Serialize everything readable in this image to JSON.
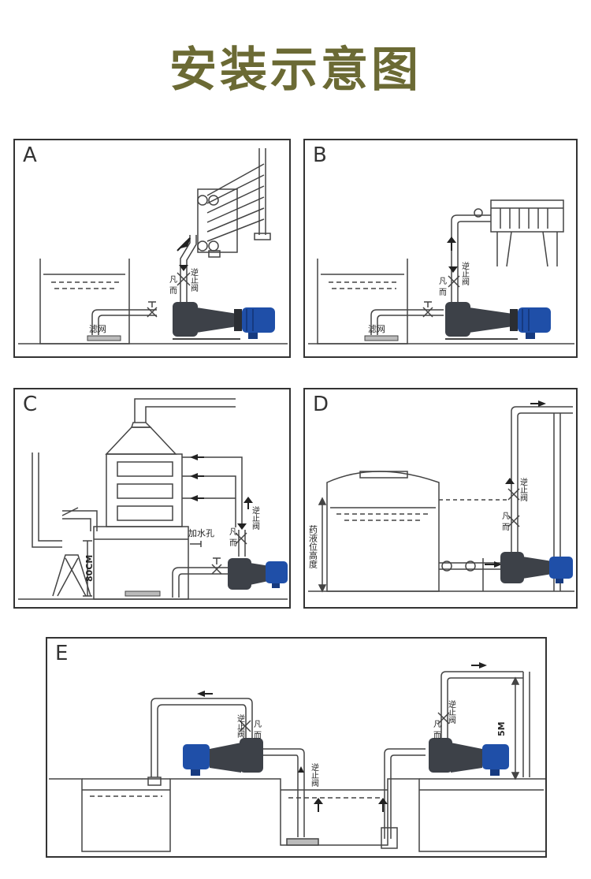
{
  "title": "安装示意图",
  "colors": {
    "title": "#6b6a34",
    "motor": "#1f4fa8",
    "pump": "#3d4148",
    "line": "#555555"
  },
  "panels": [
    {
      "id": "A",
      "label": "A",
      "filter": "滤网",
      "valve_top": "凡",
      "valve_bottom": "而",
      "check_valve": "逆止阀"
    },
    {
      "id": "B",
      "label": "B",
      "filter": "滤网",
      "valve_top": "凡",
      "valve_bottom": "而",
      "check_valve": "逆止阀"
    },
    {
      "id": "C",
      "label": "C",
      "fill_hole": "加水孔",
      "depth": "80CM",
      "valve_top": "凡",
      "valve_bottom": "而",
      "check_valve": "逆止阀"
    },
    {
      "id": "D",
      "label": "D",
      "liquid_height": "药液位高度",
      "valve_top": "凡",
      "valve_bottom": "而",
      "check_valve": "逆止阀"
    },
    {
      "id": "E",
      "label": "E",
      "valve_top": "凡",
      "valve_bottom": "而",
      "check_valve": "逆止阀",
      "check_valve_2": "逆止阀",
      "height": "5M"
    }
  ]
}
